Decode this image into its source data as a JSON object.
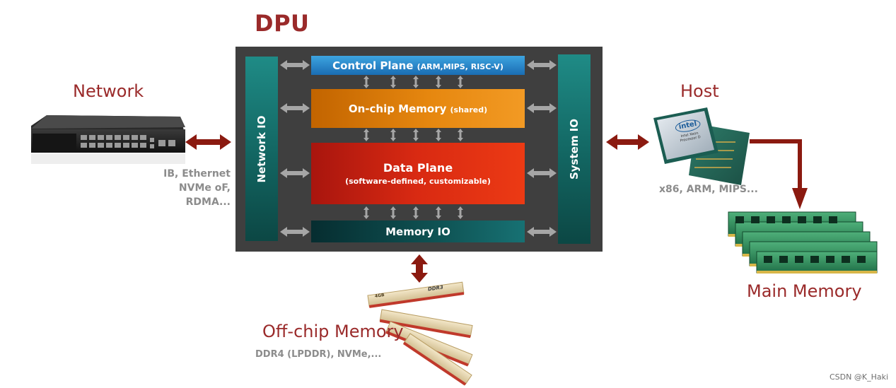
{
  "title": "DPU",
  "blocks": {
    "control_plane": {
      "main": "Control Plane",
      "sub": "(ARM,MIPS, RISC-V)"
    },
    "onchip_memory": {
      "main": "On-chip Memory",
      "sub": "(shared)"
    },
    "data_plane": {
      "main": "Data Plane",
      "sub": "(software-defined, customizable)"
    },
    "memory_io": {
      "main": "Memory IO"
    },
    "network_io": {
      "main": "Network IO"
    },
    "system_io": {
      "main": "System IO"
    }
  },
  "network": {
    "label": "Network",
    "line1": "IB, Ethernet",
    "line2": "NVMe oF, RDMA..."
  },
  "host": {
    "label": "Host",
    "desc": "x86, ARM, MIPS..."
  },
  "main_memory": {
    "label": "Main Memory"
  },
  "offchip": {
    "label": "Off-chip Memory",
    "desc": "DDR4 (LPDDR), NVMe,..."
  },
  "chip_text": {
    "brand": "intel",
    "line1": "Intel Xeon",
    "line2": "Processor D"
  },
  "ram_text": {
    "left": "4GB",
    "right": "DDR3"
  },
  "watermark": "CSDN @K_Haki",
  "colors": {
    "accent_red": "#9a2a2a",
    "arrow_red": "#8b1a10",
    "gray_arrow": "#a6a6a6",
    "dpu_bg": "#3f3f3f",
    "io_teal": "#136864",
    "control_blue": "#1a6db3",
    "onchip_orange": "#e6870f",
    "data_red": "#d92a12"
  }
}
